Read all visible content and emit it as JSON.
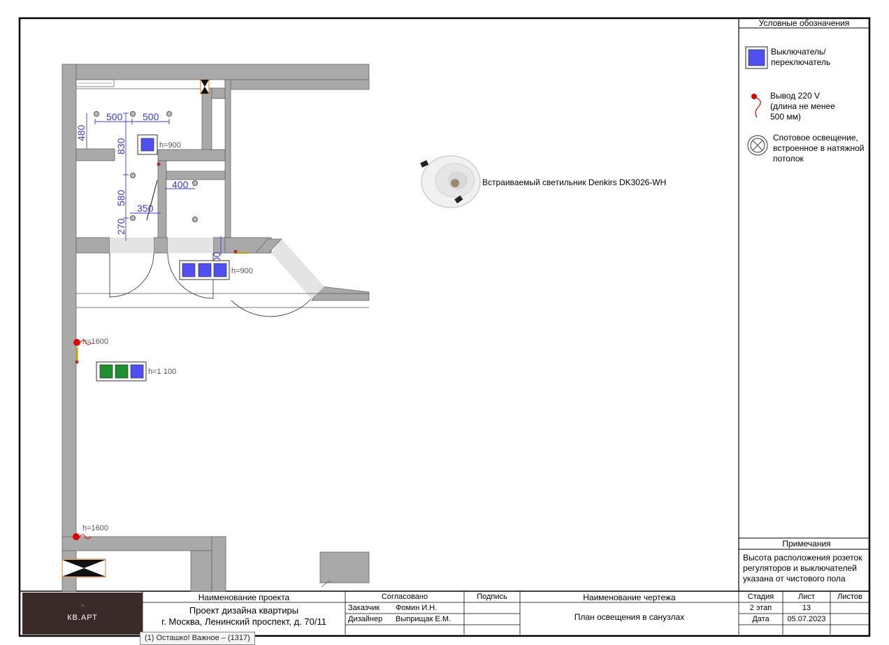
{
  "legend": {
    "title": "Условные обозначения",
    "items": [
      {
        "icon": "switch-icon",
        "label": "Выключатель/ переключатель"
      },
      {
        "icon": "outlet-220v-icon",
        "label": "Вывод 220 V (длина не менее 500 мм)"
      },
      {
        "icon": "spotlight-icon",
        "label": "Спотовое освещение, встроенное в натяжной потолок"
      }
    ]
  },
  "notes": {
    "title": "Примечания",
    "text": "Высота расположения розеток регуляторов и выключателей указана от чистового пола"
  },
  "fixture": {
    "label": "Встраиваемый светильник Denkirs DK3026-WH"
  },
  "plan": {
    "dimensions": [
      "500",
      "500",
      "480",
      "830",
      "580",
      "270",
      "400",
      "350",
      "00"
    ],
    "heights": [
      "h=900",
      "h=900",
      "h=1600",
      "h=1 100",
      "h=1600"
    ]
  },
  "title_block": {
    "project_header": "Наименование проекта",
    "project_name_line1": "Проект дизайна квартиры",
    "project_name_line2": "г. Москва, Ленинский проспект, д. 70/11",
    "agreed_header": "Согласовано",
    "signature_header": "Подпись",
    "drawing_header": "Наименование чертежа",
    "customer_role": "Заказчик",
    "customer_name": "Фомин И.Н.",
    "designer_role": "Дизайнер",
    "designer_name": "Выприщак Е.М.",
    "drawing_name": "План освещения в санузлах",
    "stage_header": "Стадия",
    "sheet_header": "Лист",
    "sheets_header": "Листов",
    "stage_value": "2 этап",
    "sheet_value": "13",
    "date_label": "Дата",
    "date_value": "05.07.2023",
    "logo_text": "КВ.АРТ"
  },
  "tooltip": "(1) Осташко! Важное – (1317)",
  "colors": {
    "wall": "#a9a9a9",
    "switch": "#5050f0",
    "switch_green": "#1f8f2f",
    "outlet": "#e00000",
    "dimension": "#3a3ad6",
    "logo_bg": "#3b2a2a"
  }
}
